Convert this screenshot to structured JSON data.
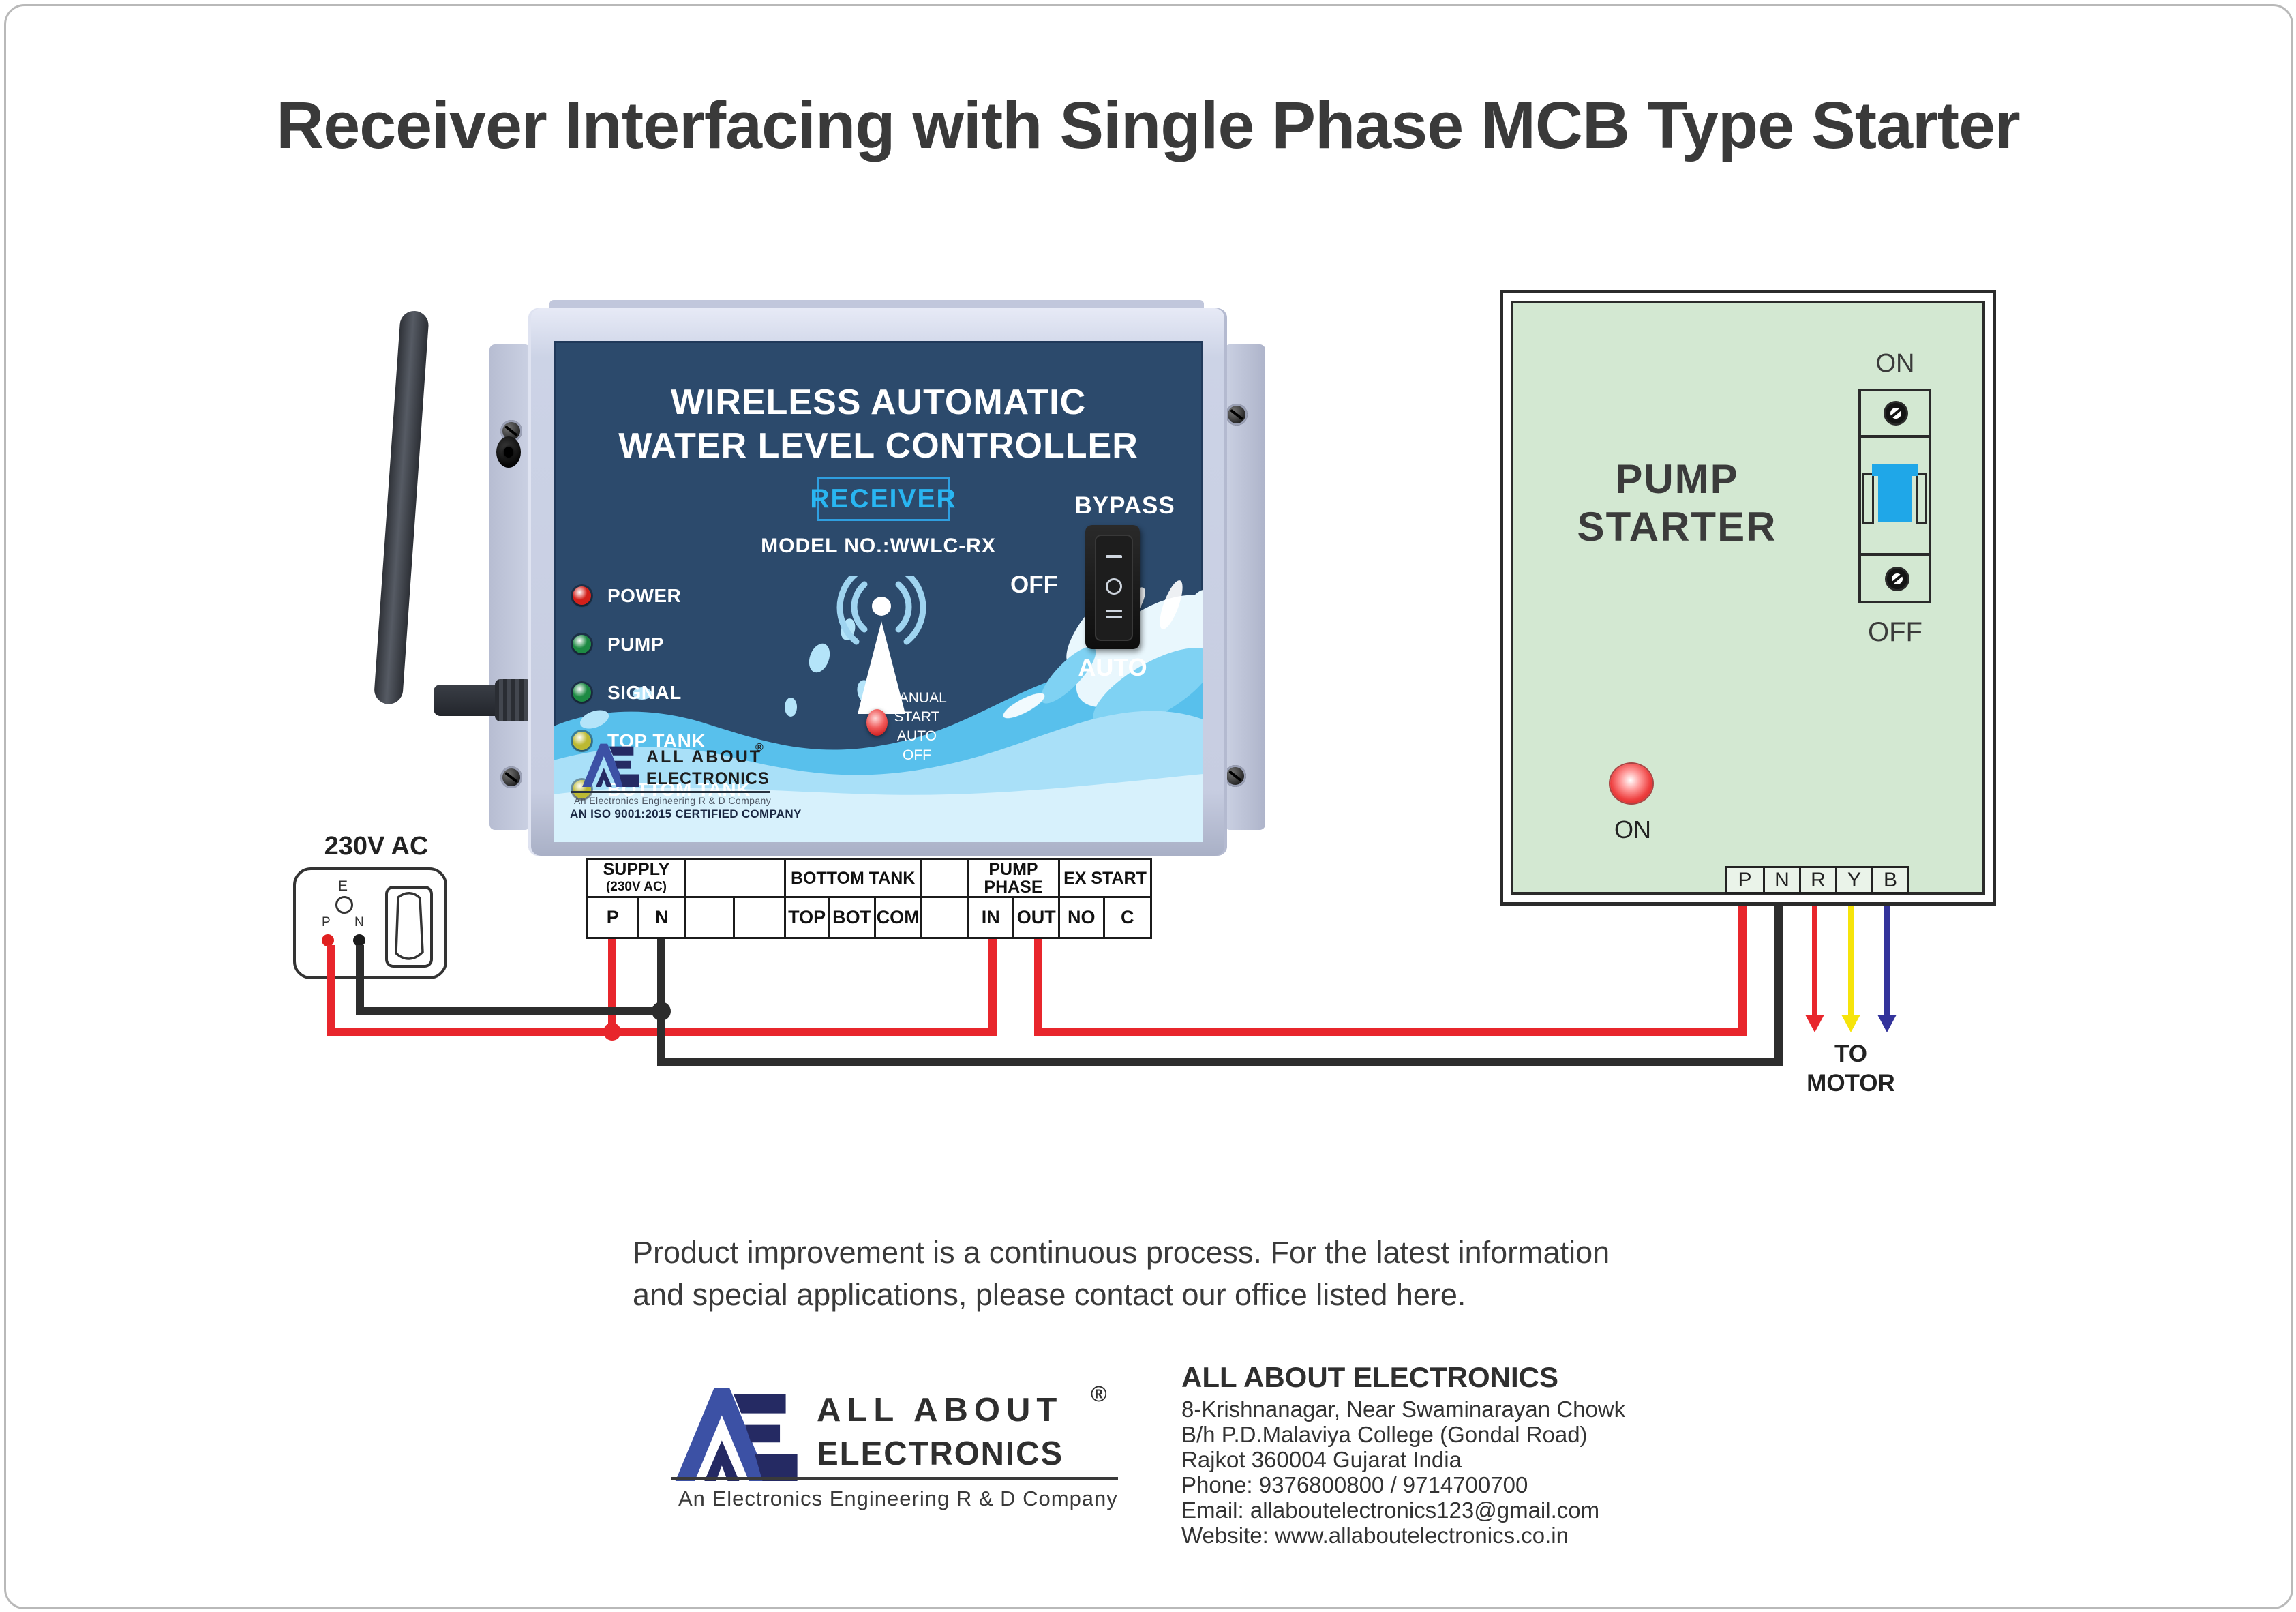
{
  "page": {
    "title": "Receiver Interfacing with Single Phase MCB Type Starter",
    "note_lines": [
      "Product improvement is a continuous process. For the latest information",
      "and special applications, please contact our office listed here."
    ]
  },
  "receiver": {
    "title_line1": "WIRELESS AUTOMATIC",
    "title_line2": "WATER LEVEL CONTROLLER",
    "badge": "RECEIVER",
    "model": "MODEL NO.:WWLC-RX",
    "leds": [
      {
        "label": "POWER",
        "color": "#d3201a"
      },
      {
        "label": "PUMP",
        "color": "#1d8a43"
      },
      {
        "label": "SIGNAL",
        "color": "#1d8a43"
      },
      {
        "label": "TOP TANK",
        "color": "#bcb932"
      },
      {
        "label": "BOTTOM TANK",
        "color": "#bcb932"
      }
    ],
    "bypass": {
      "top": "BYPASS",
      "left": "OFF",
      "bottom": "AUTO"
    },
    "manual_lines": [
      "MANUAL",
      "START",
      "AUTO",
      "OFF"
    ],
    "brand": {
      "line1": "ALL ABOUT",
      "line2": "ELECTRONICS",
      "reg": "®",
      "tagline": "An Electronics Engineering R & D Company",
      "iso": "AN ISO 9001:2015 CERTIFIED COMPANY"
    }
  },
  "supply": {
    "label": "230V AC",
    "earth": "E",
    "phase": "P",
    "neutral": "N"
  },
  "terminal_block": {
    "headers": [
      {
        "label": "SUPPLY",
        "sub": "(230V AC)",
        "cols": 2
      },
      {
        "label": "",
        "cols": 2
      },
      {
        "label": "BOTTOM TANK",
        "cols": 3
      },
      {
        "label": "",
        "cols": 1
      },
      {
        "label": "PUMP PHASE",
        "cols": 2
      },
      {
        "label": "EX START",
        "cols": 2
      }
    ],
    "cells": [
      "P",
      "N",
      "",
      "",
      "TOP",
      "BOT",
      "COM",
      "",
      "IN",
      "OUT",
      "NO",
      "C"
    ]
  },
  "starter": {
    "name_line1": "PUMP",
    "name_line2": "STARTER",
    "mcb_on": "ON",
    "mcb_off": "OFF",
    "lamp_label": "ON",
    "terminals": [
      "P",
      "N",
      "R",
      "Y",
      "B"
    ]
  },
  "wires": {
    "to_motor_lines": [
      "TO",
      "MOTOR"
    ],
    "colors": {
      "phase": "#e8262c",
      "neutral": "#2d2d2d",
      "r_phase": "#e8262c",
      "y_phase": "#f6e40a",
      "b_phase": "#33339b"
    }
  },
  "footer": {
    "brand": {
      "line1": "ALL ABOUT",
      "line2": "ELECTRONICS",
      "reg": "®",
      "tagline": "An Electronics Engineering R & D Company"
    },
    "company": "ALL ABOUT ELECTRONICS",
    "address_lines": [
      "8-Krishnanagar, Near Swaminarayan Chowk",
      "B/h P.D.Malaviya College (Gondal Road)",
      "Rajkot 360004 Gujarat India",
      "Phone: 9376800800 / 9714700700",
      "Email: allaboutelectronics123@gmail.com",
      "Website: www.allaboutelectronics.co.in"
    ]
  }
}
